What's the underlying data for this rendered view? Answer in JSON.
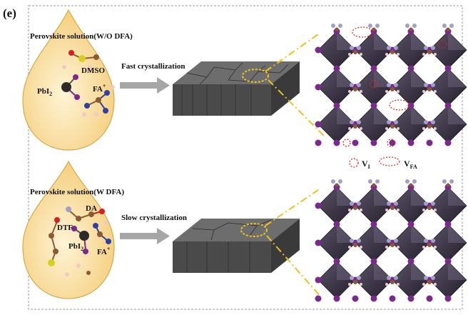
{
  "panel_label": "(e)",
  "top": {
    "title": "Perovskite solution(W/O DFA)",
    "molecules": {
      "solvent": "DMSO",
      "lead": "PbI",
      "lead_sub": "2",
      "cation": "FA",
      "cation_sup": "+"
    },
    "process": "Fast crystallization"
  },
  "bottom": {
    "title": "Perovskite solution(W DFA)",
    "molecules": {
      "additive": "DA",
      "solvent": "DTF",
      "lead": "PbI",
      "lead_sub": "2",
      "cation": "FA",
      "cation_sup": "+"
    },
    "process": "Slow crystallization"
  },
  "legend": {
    "iodine_vacancy": "V",
    "iodine_vacancy_sub": "I",
    "fa_vacancy": "V",
    "fa_vacancy_sub": "FA"
  },
  "colors": {
    "droplet": "#fbe3a8",
    "droplet_edge": "#d9a843",
    "arrow": "#a6a6a6",
    "film_top": "#6d6d6d",
    "film_side": "#3f3f3f",
    "highlight": "#f0c020",
    "octahedron": "#3a3440",
    "iodine": "#7a2a8a",
    "vacancy": "#e02020",
    "border": "#9a9a9a"
  }
}
